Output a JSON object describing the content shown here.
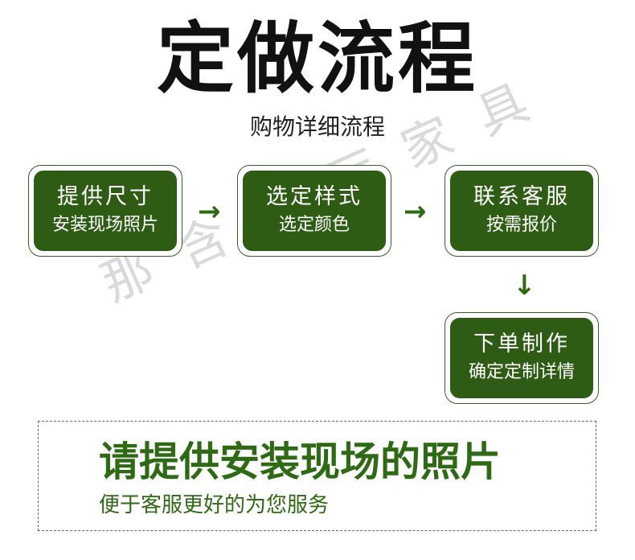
{
  "title": "定做流程",
  "subtitle": "购物详细流程",
  "steps": [
    {
      "line1": "提供尺寸",
      "line2": "安装现场照片"
    },
    {
      "line1": "选定样式",
      "line2": "选定颜色"
    },
    {
      "line1": "联系客服",
      "line2": "按需报价"
    },
    {
      "line1": "下单制作",
      "line2": "确定定制详情"
    }
  ],
  "arrows": {
    "right": "→",
    "down": "↓"
  },
  "watermark": "那含客厅家具",
  "notice": {
    "headline": "请提供安装现场的照片",
    "subline": "便于客服更好的为您服务"
  },
  "colors": {
    "green": "#2e5c14",
    "text_green": "#2e6a14"
  }
}
